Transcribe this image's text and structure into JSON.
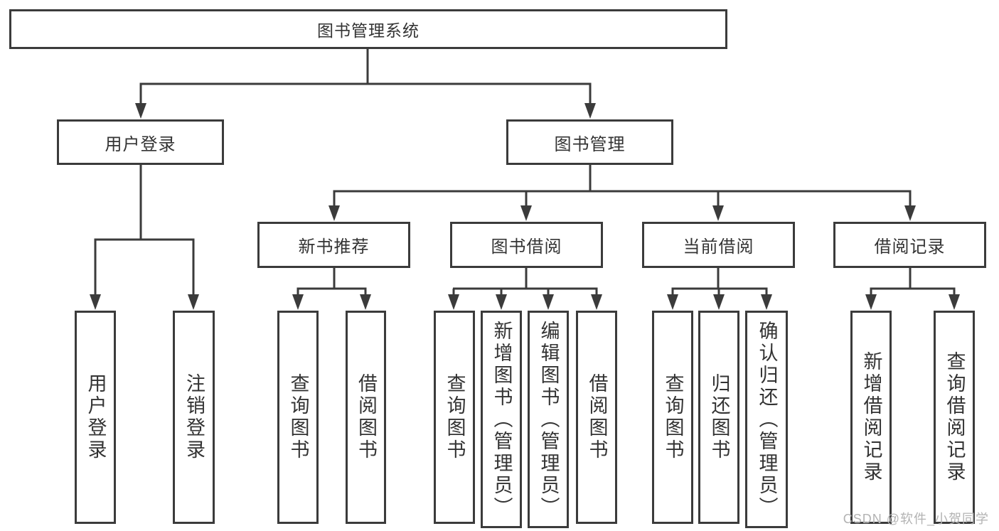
{
  "colors": {
    "line": "#3b3b3b",
    "box_border": "#3b3b3b",
    "box_background": "#ffffff",
    "text": "#333333",
    "watermark": "#b3b3b3",
    "page_background": "#ffffff"
  },
  "watermark": {
    "text": "CSDN @软件_小贺同学"
  },
  "tree": {
    "root": {
      "label": "图书管理系统"
    },
    "children": [
      {
        "label": "用户登录",
        "children": [
          {
            "label": "用户登录"
          },
          {
            "label": "注销登录"
          }
        ]
      },
      {
        "label": "图书管理",
        "children": [
          {
            "label": "新书推荐",
            "children": [
              {
                "label": "查询图书"
              },
              {
                "label": "借阅图书"
              }
            ]
          },
          {
            "label": "图书借阅",
            "children": [
              {
                "label": "查询图书"
              },
              {
                "label": "新增图书（管理员）"
              },
              {
                "label": "编辑图书（管理员）"
              },
              {
                "label": "借阅图书"
              }
            ]
          },
          {
            "label": "当前借阅",
            "children": [
              {
                "label": "查询图书"
              },
              {
                "label": "归还图书"
              },
              {
                "label": "确认归还（管理员）"
              }
            ]
          },
          {
            "label": "借阅记录",
            "children": [
              {
                "label": "新增借阅记录"
              },
              {
                "label": "查询借阅记录"
              }
            ]
          }
        ]
      }
    ]
  }
}
